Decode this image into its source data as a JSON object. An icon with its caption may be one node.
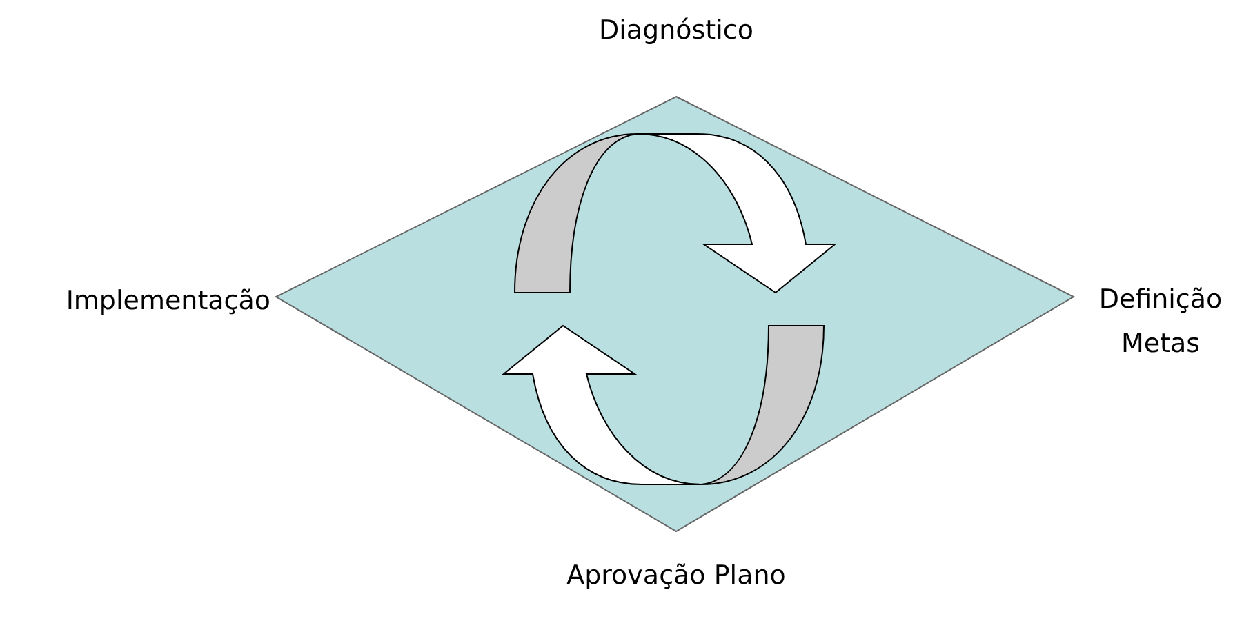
{
  "diagram": {
    "labels": [
      "Diagnóstico",
      "Implementação",
      "Definição Metas",
      "Aprovação Plano"
    ]
  }
}
